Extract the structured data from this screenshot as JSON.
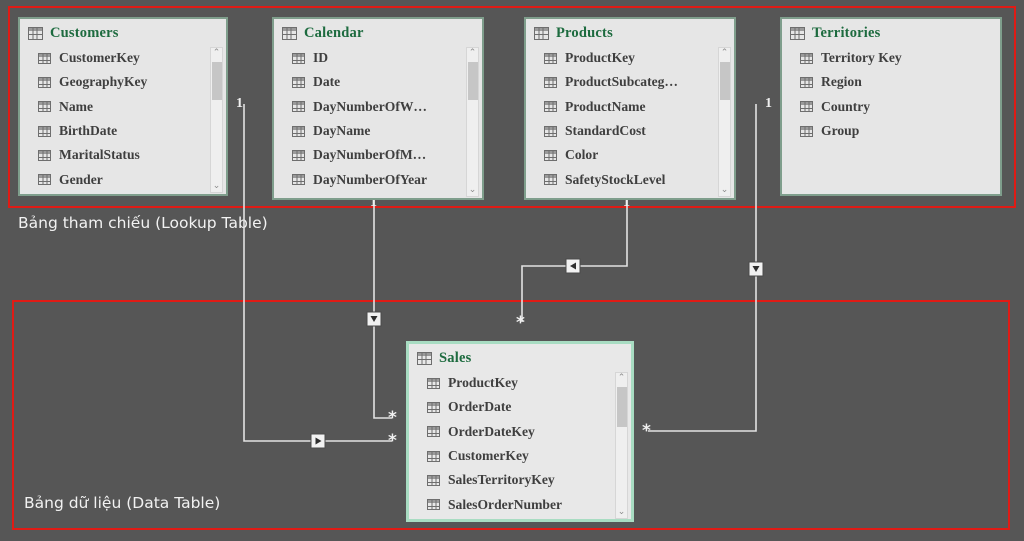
{
  "regions": {
    "lookup_caption": "Bảng tham chiếu (Lookup Table)",
    "data_caption": "Bảng dữ liệu (Data Table)",
    "border_color": "#e01b15"
  },
  "canvas": {
    "background": "#565656",
    "table_background": "#e6e6e6",
    "table_border": "#7f9e8c",
    "selected_table_border": "#a8dcc2",
    "title_color": "#1d6b3f",
    "field_color": "#3f3f3f"
  },
  "tables": [
    {
      "name": "Customers",
      "icon": "table-icon",
      "has_scrollbar": true,
      "fields": [
        "CustomerKey",
        "GeographyKey",
        "Name",
        "BirthDate",
        "MaritalStatus",
        "Gender"
      ]
    },
    {
      "name": "Calendar",
      "icon": "table-icon",
      "has_scrollbar": true,
      "fields": [
        "ID",
        "Date",
        "DayNumberOfW…",
        "DayName",
        "DayNumberOfM…",
        "DayNumberOfYear"
      ]
    },
    {
      "name": "Products",
      "icon": "table-icon",
      "has_scrollbar": true,
      "fields": [
        "ProductKey",
        "ProductSubcateg…",
        "ProductName",
        "StandardCost",
        "Color",
        "SafetyStockLevel"
      ]
    },
    {
      "name": "Territories",
      "icon": "table-icon",
      "has_scrollbar": false,
      "fields": [
        "Territory Key",
        "Region",
        "Country",
        "Group"
      ]
    },
    {
      "name": "Sales",
      "icon": "table-icon",
      "has_scrollbar": true,
      "selected": true,
      "fields": [
        "ProductKey",
        "OrderDate",
        "OrderDateKey",
        "CustomerKey",
        "SalesTerritoryKey",
        "SalesOrderNumber"
      ]
    }
  ],
  "relationships": [
    {
      "from": "Customers",
      "to": "Sales",
      "from_cardinality": "1",
      "to_cardinality": "*",
      "direction": "right"
    },
    {
      "from": "Calendar",
      "to": "Sales",
      "from_cardinality": "1",
      "to_cardinality": "*",
      "direction": "down"
    },
    {
      "from": "Products",
      "to": "Sales",
      "from_cardinality": "1",
      "to_cardinality": "*",
      "direction": "left"
    },
    {
      "from": "Territories",
      "to": "Sales",
      "from_cardinality": "1",
      "to_cardinality": "*",
      "direction": "down"
    }
  ],
  "cardinality_labels": {
    "customers_one": "1",
    "calendar_one": "1",
    "products_one": "1",
    "territories_one": "1",
    "customers_many": "*",
    "calendar_many": "*",
    "products_many": "*",
    "territories_many": "*"
  },
  "scrollbar": {
    "up_arrow": "⌃",
    "down_arrow": "⌄"
  }
}
